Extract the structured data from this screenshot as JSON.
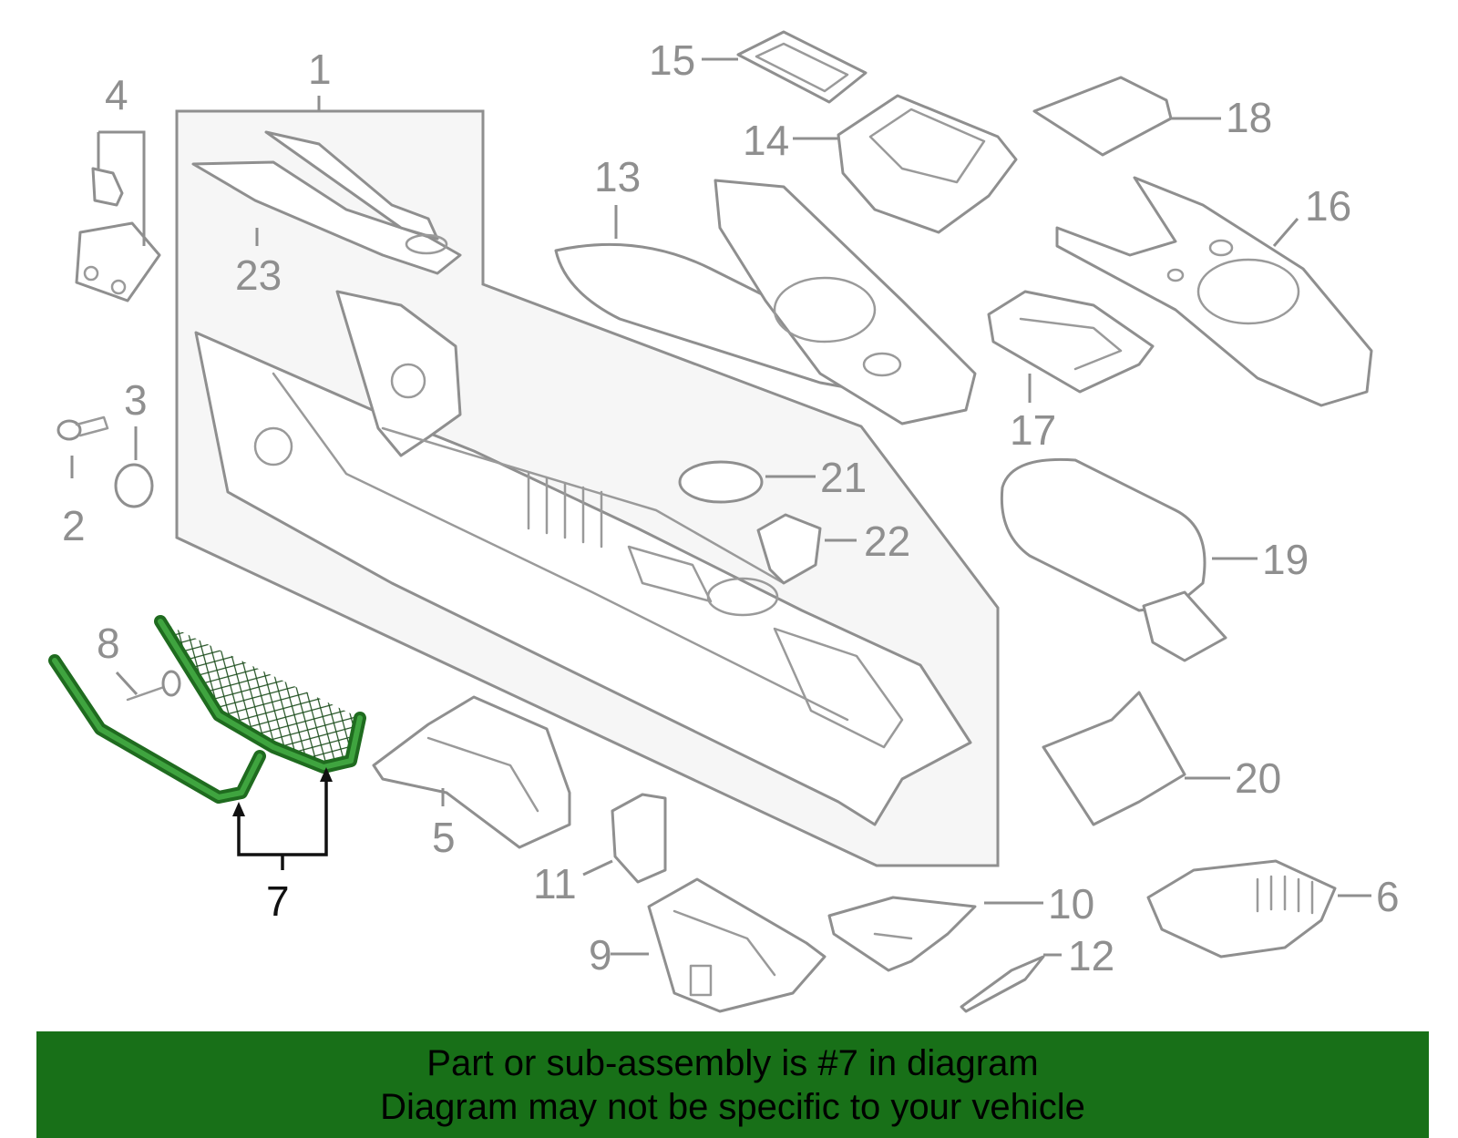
{
  "diagram": {
    "highlighted_part": "7",
    "callouts": [
      "1",
      "2",
      "3",
      "4",
      "5",
      "6",
      "7",
      "8",
      "9",
      "10",
      "11",
      "12",
      "13",
      "14",
      "15",
      "16",
      "17",
      "18",
      "19",
      "20",
      "21",
      "22",
      "23"
    ]
  },
  "banner": {
    "line1": "Part or sub-assembly is #7 in diagram",
    "line2": "Diagram may not be specific to your vehicle",
    "background": "#187018",
    "text_color": "#000000"
  },
  "colors": {
    "line_gray": "#8f8f8f",
    "highlight_green": "#1f6b1f",
    "assembly_fill": "#f6f6f6"
  }
}
